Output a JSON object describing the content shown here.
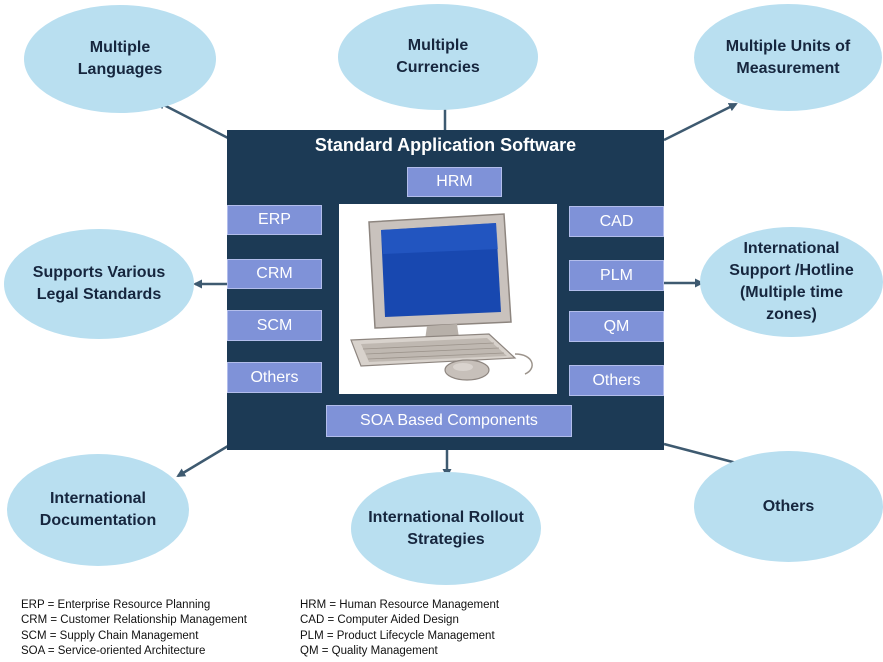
{
  "ellipses": {
    "multiple_languages": "Multiple\nLanguages",
    "multiple_currencies": "Multiple\nCurrencies",
    "multiple_units": "Multiple Units of\nMeasurement",
    "legal_standards": "Supports Various\nLegal Standards",
    "international_support": "International\nSupport /Hotline\n(Multiple time\nzones)",
    "international_documentation": "International\nDocumentation",
    "rollout_strategies": "International Rollout\nStrategies",
    "others": "Others"
  },
  "main": {
    "title": "Standard Application Software",
    "hrm": "HRM",
    "erp": "ERP",
    "crm": "CRM",
    "scm": "SCM",
    "others_left": "Others",
    "cad": "CAD",
    "plm": "PLM",
    "qm": "QM",
    "others_right": "Others",
    "soa": "SOA Based Components"
  },
  "legend": {
    "left": [
      "ERP = Enterprise Resource Planning",
      "CRM = Customer Relationship Management",
      "SCM = Supply Chain Management",
      "SOA = Service-oriented Architecture"
    ],
    "right": [
      "HRM = Human Resource Management",
      "CAD = Computer Aided Design",
      "PLM = Product Lifecycle Management",
      "QM = Quality Management"
    ]
  },
  "colors": {
    "main_box": "#1c3a55",
    "ellipse": "#b9dff0",
    "module": "#7f92d8",
    "arrow": "#3e5a70"
  }
}
